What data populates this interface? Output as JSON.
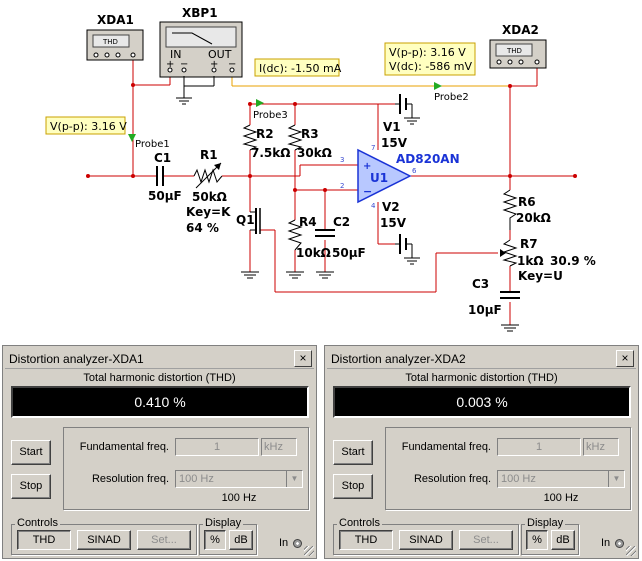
{
  "schematic": {
    "instruments": {
      "xda1": {
        "label": "XDA1",
        "screen": "THD"
      },
      "xbp1": {
        "label": "XBP1",
        "in": "IN",
        "out": "OUT"
      },
      "xda2": {
        "label": "XDA2",
        "screen": "THD"
      }
    },
    "probes": {
      "probe1": {
        "name": "Probe1",
        "reading": "V(p-p): 3.16 V"
      },
      "probe2": {
        "name": "Probe2",
        "reading1": "V(p-p): 3.16 V",
        "reading2": "V(dc): -586 mV"
      },
      "probe3": {
        "name": "Probe3",
        "reading": "I(dc): -1.50 mA"
      }
    },
    "components": {
      "c1": {
        "ref": "C1",
        "value": "50µF"
      },
      "r1": {
        "ref": "R1",
        "value": "50kΩ",
        "key": "Key=K",
        "pct": "64 %"
      },
      "r2": {
        "ref": "R2",
        "value": "7.5kΩ"
      },
      "r3": {
        "ref": "R3",
        "value": "30kΩ"
      },
      "r4": {
        "ref": "R4",
        "value": "10kΩ"
      },
      "c2": {
        "ref": "C2",
        "value": "50µF"
      },
      "q1": {
        "ref": "Q1"
      },
      "v1": {
        "ref": "V1",
        "value": "15V"
      },
      "v2": {
        "ref": "V2",
        "value": "15V"
      },
      "u1": {
        "ref": "U1",
        "part": "AD820AN"
      },
      "r6": {
        "ref": "R6",
        "value": "20kΩ"
      },
      "r7": {
        "ref": "R7",
        "value": "1kΩ",
        "pct": "30.9 %",
        "key": "Key=U"
      },
      "c3": {
        "ref": "C3",
        "value": "10µF"
      }
    },
    "colors": {
      "wire": "#cc0000",
      "probe_wire": "#e8a000",
      "probe_box": "#ffffc0",
      "probe_arrow": "#22aa22",
      "opamp_fill": "#b8c8ff"
    }
  },
  "panels": [
    {
      "title": "Distortion analyzer-XDA1",
      "subtitle": "Total harmonic distortion (THD)",
      "reading": "0.410 %",
      "start": "Start",
      "stop": "Stop",
      "fund_label": "Fundamental freq.",
      "fund_value": "1",
      "fund_unit": "kHz",
      "res_label": "Resolution freq.",
      "res_select": "100 Hz",
      "res_value": "100 Hz",
      "controls_label": "Controls",
      "thd": "THD",
      "sinad": "SINAD",
      "set": "Set...",
      "display_label": "Display",
      "pct": "%",
      "db": "dB",
      "in_label": "In"
    },
    {
      "title": "Distortion analyzer-XDA2",
      "subtitle": "Total harmonic distortion (THD)",
      "reading": "0.003 %",
      "start": "Start",
      "stop": "Stop",
      "fund_label": "Fundamental freq.",
      "fund_value": "1",
      "fund_unit": "kHz",
      "res_label": "Resolution freq.",
      "res_select": "100 Hz",
      "res_value": "100 Hz",
      "controls_label": "Controls",
      "thd": "THD",
      "sinad": "SINAD",
      "set": "Set...",
      "display_label": "Display",
      "pct": "%",
      "db": "dB",
      "in_label": "In"
    }
  ]
}
